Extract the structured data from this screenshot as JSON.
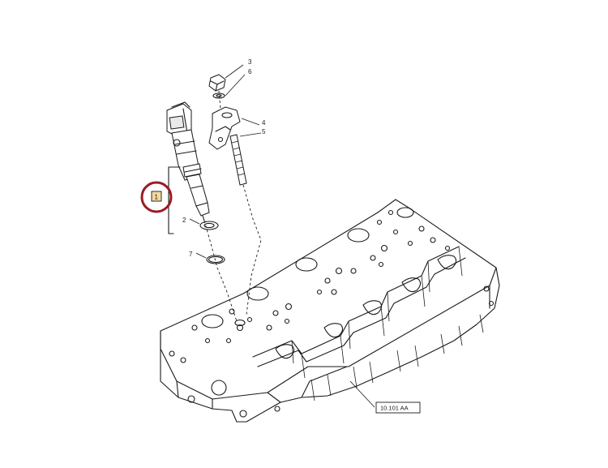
{
  "callouts": {
    "item_1": "1",
    "item_2": "2",
    "item_3": "3",
    "item_4": "4",
    "item_5": "5",
    "item_6": "6",
    "item_7": "7"
  },
  "reference_label": "10.101 AA",
  "colors": {
    "highlight_ring": "#9b1b24",
    "callout_box_fill": "#f3d9a0",
    "line": "#1a1a1a"
  }
}
